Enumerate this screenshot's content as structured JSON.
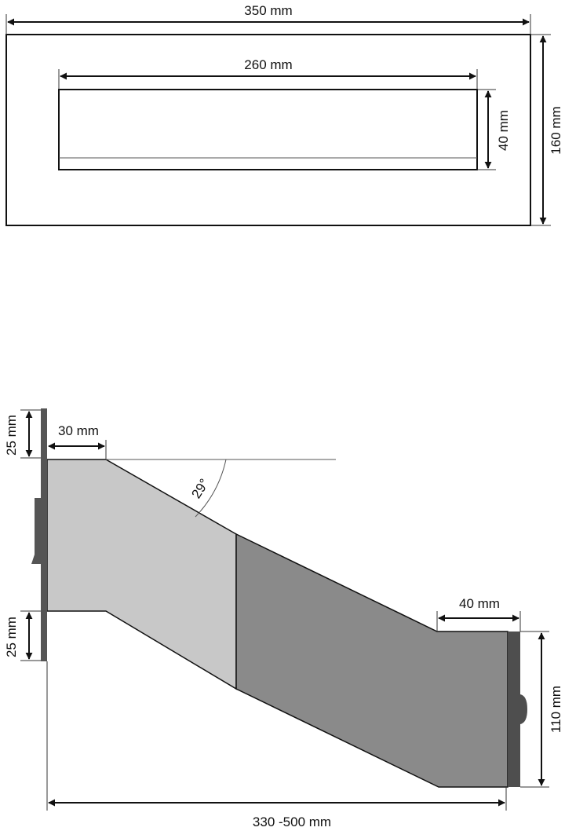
{
  "front_view": {
    "outer_width_label": "350 mm",
    "outer_height_label": "160 mm",
    "slot_width_label": "260 mm",
    "slot_height_label": "40 mm"
  },
  "side_view": {
    "top_flange_label": "25 mm",
    "bottom_flange_label": "25 mm",
    "top_offset_label": "30 mm",
    "angle_label": "29°",
    "front_lip_label": "40 mm",
    "front_height_label": "110 mm",
    "depth_label": "330 -500 mm"
  },
  "colors": {
    "back_section": "#c8c8c8",
    "front_section": "#8a8a8a",
    "wall_plate": "#555555",
    "lines": "#111111"
  }
}
